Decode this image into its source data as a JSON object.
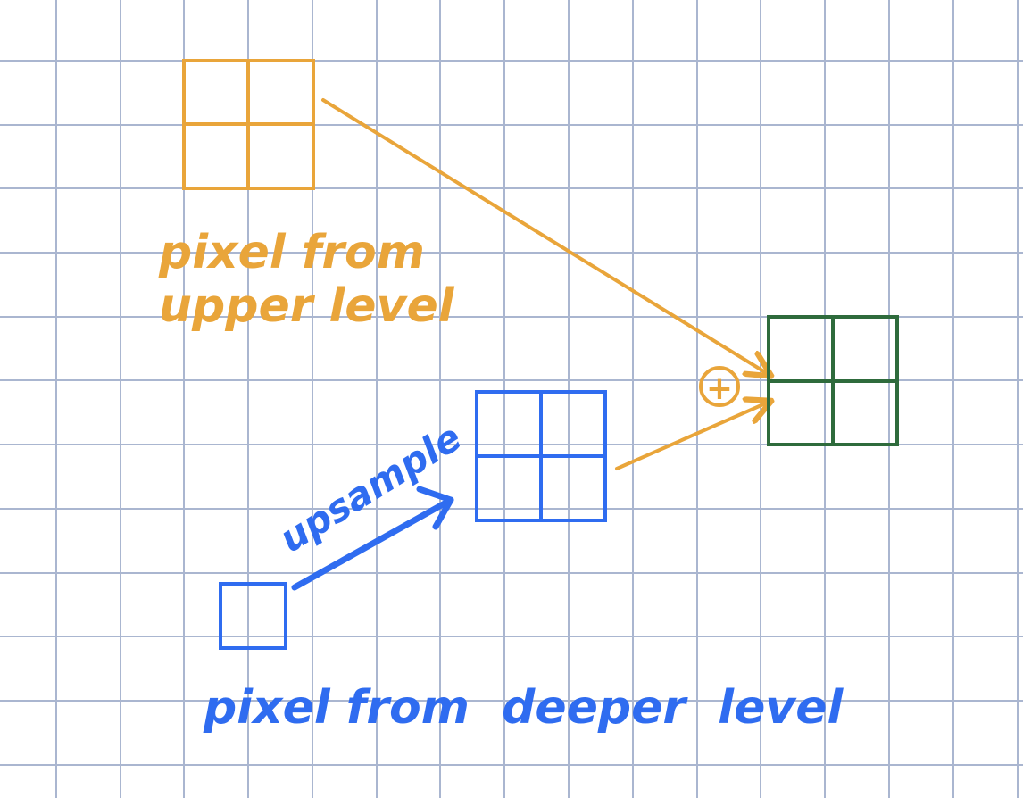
{
  "diagram": {
    "labels": {
      "upper": [
        "pixel from",
        "upper level"
      ],
      "deeper": "pixel from  deeper  level",
      "upsample": "upsample",
      "plus": "+"
    },
    "colors": {
      "grid": "#aab6d0",
      "orange": "#e9a53a",
      "blue": "#2f6cf0",
      "green": "#2e6b3c",
      "background": "#ffffff"
    },
    "icons": {
      "plus_circle": "plus-circle-icon"
    }
  }
}
